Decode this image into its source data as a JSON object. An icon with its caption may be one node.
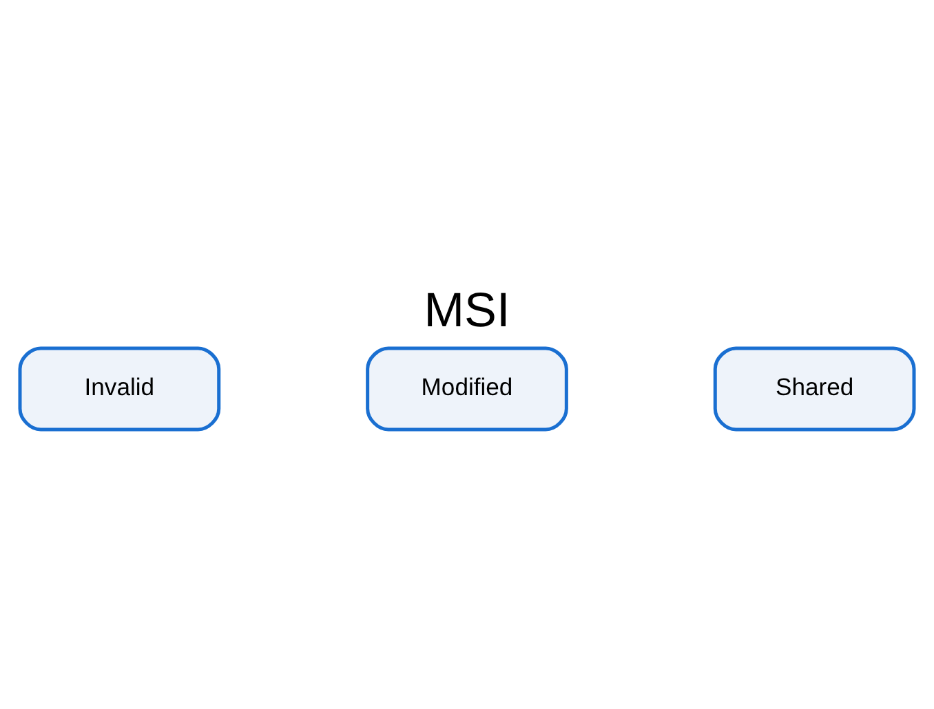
{
  "diagram": {
    "title": "MSI",
    "nodes": [
      {
        "text": [
          "Invalid"
        ]
      },
      {
        "text": [
          "Modified"
        ]
      },
      {
        "text": [
          "Shared"
        ]
      }
    ]
  }
}
